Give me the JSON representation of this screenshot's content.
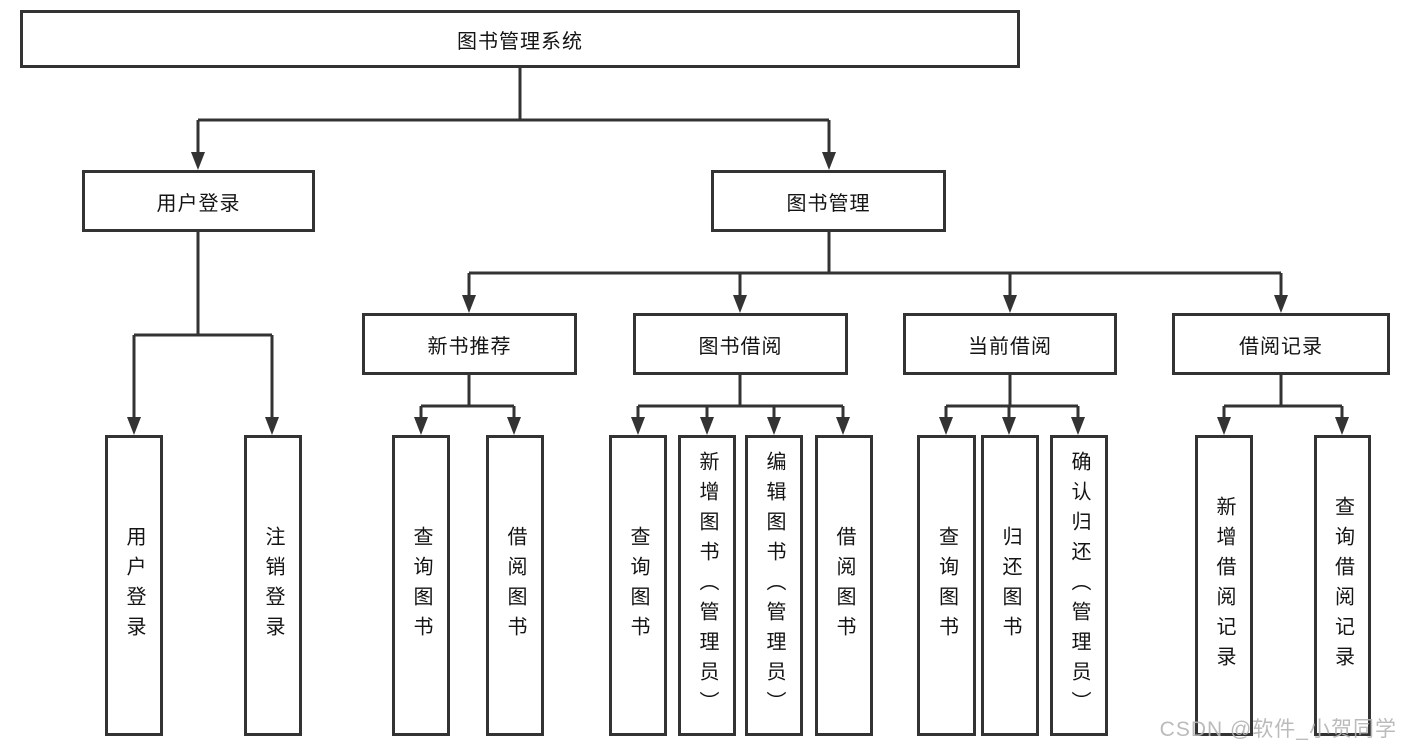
{
  "tree": {
    "label": "图书管理系统",
    "children": [
      {
        "label": "用户登录",
        "children": [
          {
            "label": "用户登录"
          },
          {
            "label": "注销登录"
          }
        ]
      },
      {
        "label": "图书管理",
        "children": [
          {
            "label": "新书推荐",
            "children": [
              {
                "label": "查询图书"
              },
              {
                "label": "借阅图书"
              }
            ]
          },
          {
            "label": "图书借阅",
            "children": [
              {
                "label": "查询图书"
              },
              {
                "label": "新增图书（管理员）"
              },
              {
                "label": "编辑图书（管理员）"
              },
              {
                "label": "借阅图书"
              }
            ]
          },
          {
            "label": "当前借阅",
            "children": [
              {
                "label": "查询图书"
              },
              {
                "label": "归还图书"
              },
              {
                "label": "确认归还（管理员）"
              }
            ]
          },
          {
            "label": "借阅记录",
            "children": [
              {
                "label": "新增借阅记录"
              },
              {
                "label": "查询借阅记录"
              }
            ]
          }
        ]
      }
    ]
  },
  "watermark": "CSDN @软件_小贺同学",
  "colors": {
    "line": "#333333",
    "node_border": "#333333",
    "text": "#141414",
    "background": "#ffffff",
    "watermark_text": "#b4b4b4"
  }
}
